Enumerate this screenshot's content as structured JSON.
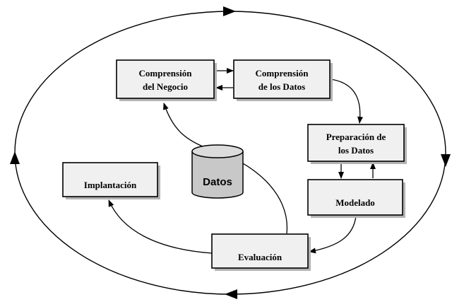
{
  "boxes": {
    "business_understanding": [
      "Comprensión",
      "del Negocio"
    ],
    "data_understanding": [
      "Comprensión",
      "de los Datos"
    ],
    "data_preparation": [
      "Preparación de",
      "los Datos"
    ],
    "modeling": "Modelado",
    "evaluation": "Evaluación",
    "deployment": "Implantación"
  },
  "data_store": "Datos",
  "colors": {
    "box_fill": "#f0f0f0",
    "shadow": "#b4b4b4",
    "cylinder": "#c8c8c8",
    "line": "#000000"
  }
}
